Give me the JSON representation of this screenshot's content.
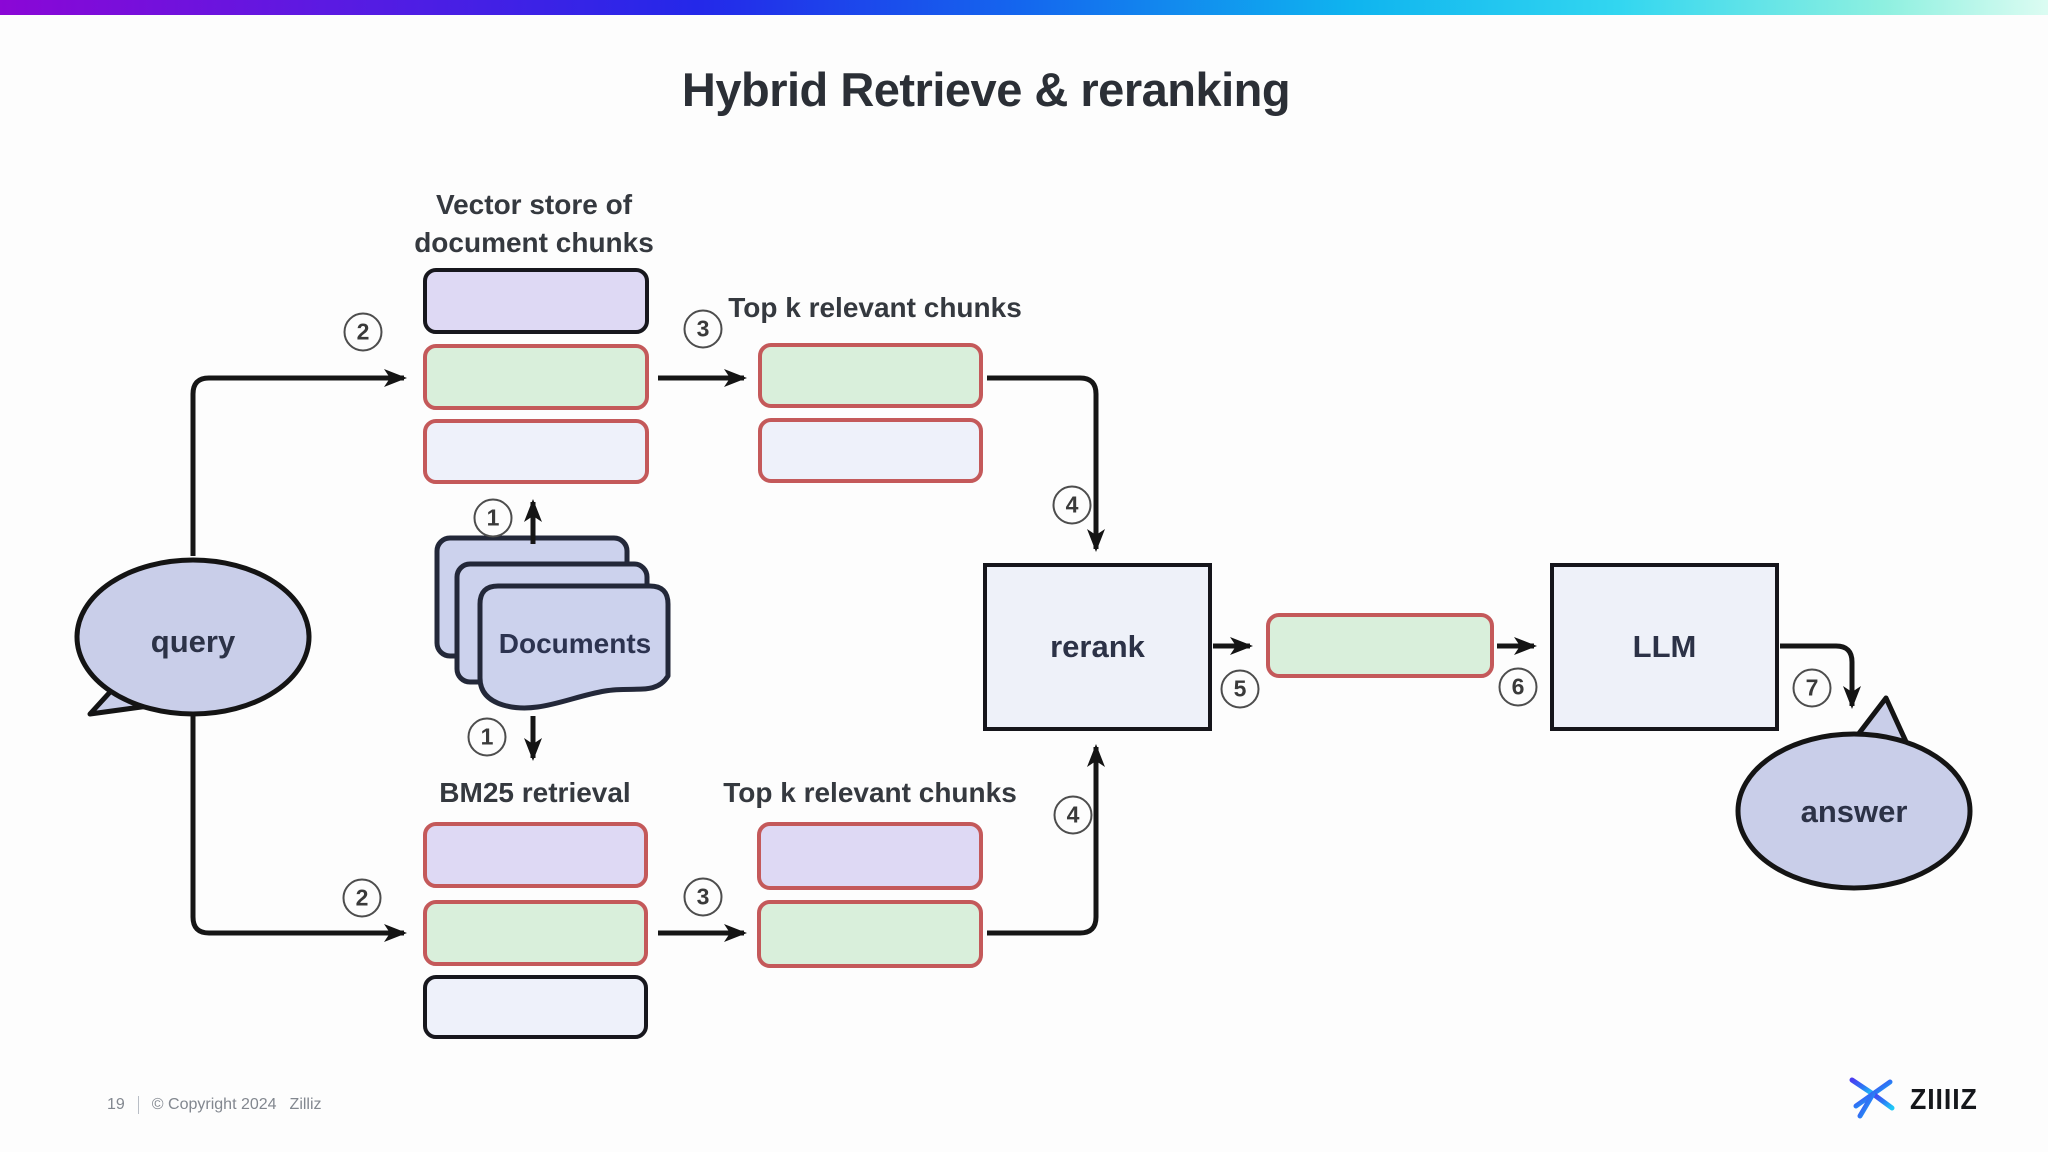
{
  "slide": {
    "title": "Hybrid Retrieve & reranking",
    "page_number": "19",
    "copyright": "© Copyright 2024",
    "company": "Zilliz",
    "logo_text": "ZIIIIZ"
  },
  "diagram": {
    "labels": {
      "vector_store": "Vector store of document chunks",
      "top_k_upper": "Top k relevant chunks",
      "top_k_lower": "Top k relevant chunks",
      "bm25": "BM25 retrieval",
      "documents": "Documents",
      "query": "query",
      "answer": "answer",
      "rerank": "rerank",
      "llm": "LLM"
    },
    "steps": {
      "embed_up": "1",
      "embed_down": "1",
      "vector_in": "2",
      "bm25_in": "2",
      "vector_out": "3",
      "bm25_out": "3",
      "upper_to_rerank": "4",
      "lower_to_rerank": "4",
      "rerank_out": "5",
      "context_to_llm": "6",
      "llm_to_answer": "7"
    },
    "colors": {
      "top_bar_gradient": [
        "#8b07d6",
        "#2428e9",
        "#0fb4ef",
        "#8ef0e0"
      ],
      "box_purple_fill": "#ded9f4",
      "box_green_fill": "#d9efdb",
      "box_pale_fill": "#eef1fa",
      "border_red": "#c4595a",
      "border_black": "#17171d",
      "document_fill": "#ccd2ed",
      "bubble_fill": "#c9cee9",
      "process_fill": "#eef1f9",
      "title_text": "#2b2f36",
      "footer_text": "#82878f"
    }
  }
}
